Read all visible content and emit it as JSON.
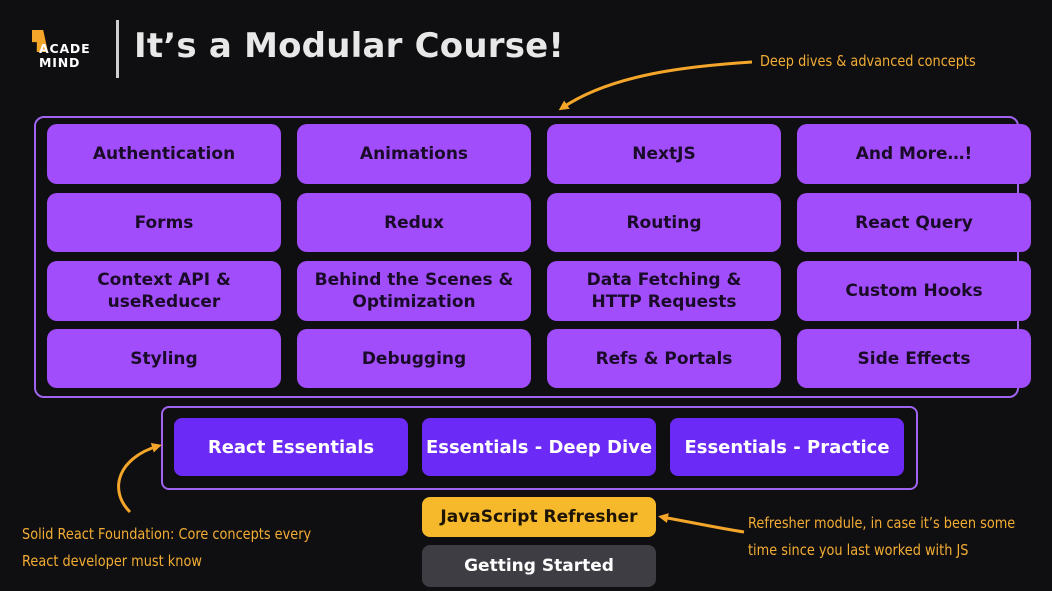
{
  "header": {
    "logo_line1": "ACADE",
    "logo_line2": "MIND",
    "title": "It’s a Modular Course!"
  },
  "advanced_modules": [
    "Authentication",
    "Animations",
    "NextJS",
    "And More…!",
    "Forms",
    "Redux",
    "Routing",
    "React Query",
    "Context API & useReducer",
    "Behind the Scenes & Optimization",
    "Data Fetching & HTTP Requests",
    "Custom Hooks",
    "Styling",
    "Debugging",
    "Refs & Portals",
    "Side Effects"
  ],
  "essential_modules": [
    "React Essentials",
    "Essentials - Deep Dive",
    "Essentials - Practice"
  ],
  "base_modules": {
    "js_refresher": "JavaScript Refresher",
    "getting_started": "Getting Started"
  },
  "annotations": {
    "advanced": "Deep dives & advanced concepts",
    "foundation_line1": "Solid React Foundation: Core concepts every",
    "foundation_line2": "React developer must know",
    "refresher_line1": "Refresher module, in case it’s been some",
    "refresher_line2": "time since you last worked with JS"
  },
  "colors": {
    "advanced_box": "#a24dfb",
    "essential_box": "#6b2af5",
    "refresher_box": "#f6b92b",
    "getting_started_box": "#3f3d44",
    "annotation": "#f2ad34",
    "frame": "#a064f0"
  }
}
